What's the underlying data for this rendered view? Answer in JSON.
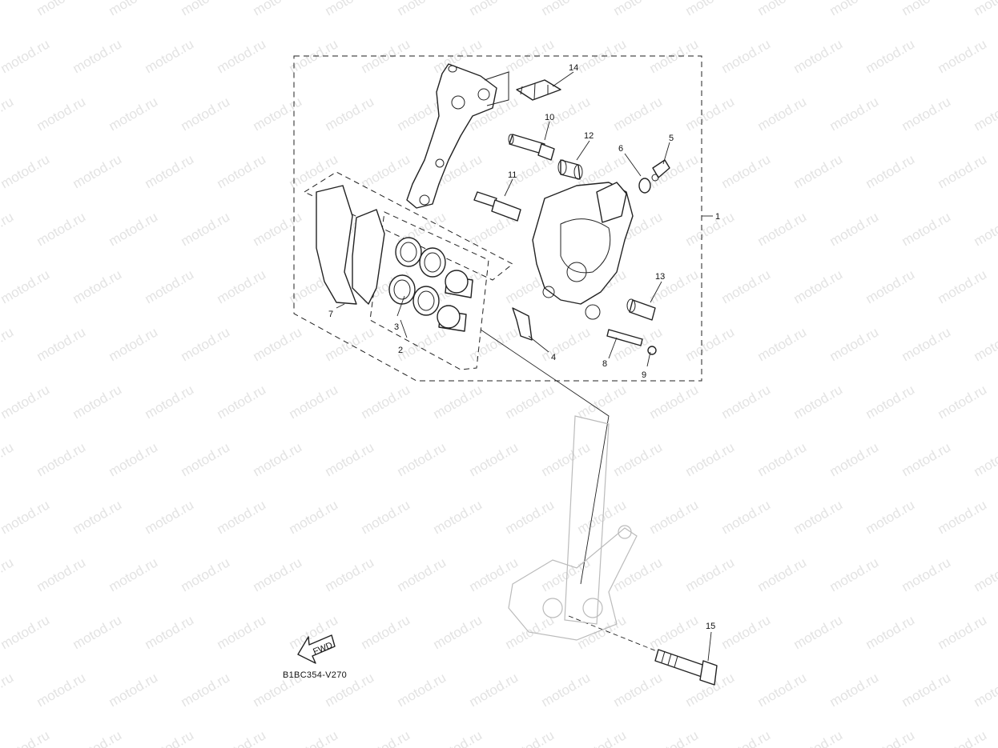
{
  "watermark": "motod.ru",
  "diagram_code": "B1BC354-V270",
  "fwd_label": "FWD",
  "callouts": {
    "c1": "1",
    "c2": "2",
    "c3": "3",
    "c4": "4",
    "c5": "5",
    "c6": "6",
    "c7": "7",
    "c8": "8",
    "c9": "9",
    "c10": "10",
    "c11": "11",
    "c12": "12",
    "c13": "13",
    "c14": "14",
    "c15": "15"
  }
}
